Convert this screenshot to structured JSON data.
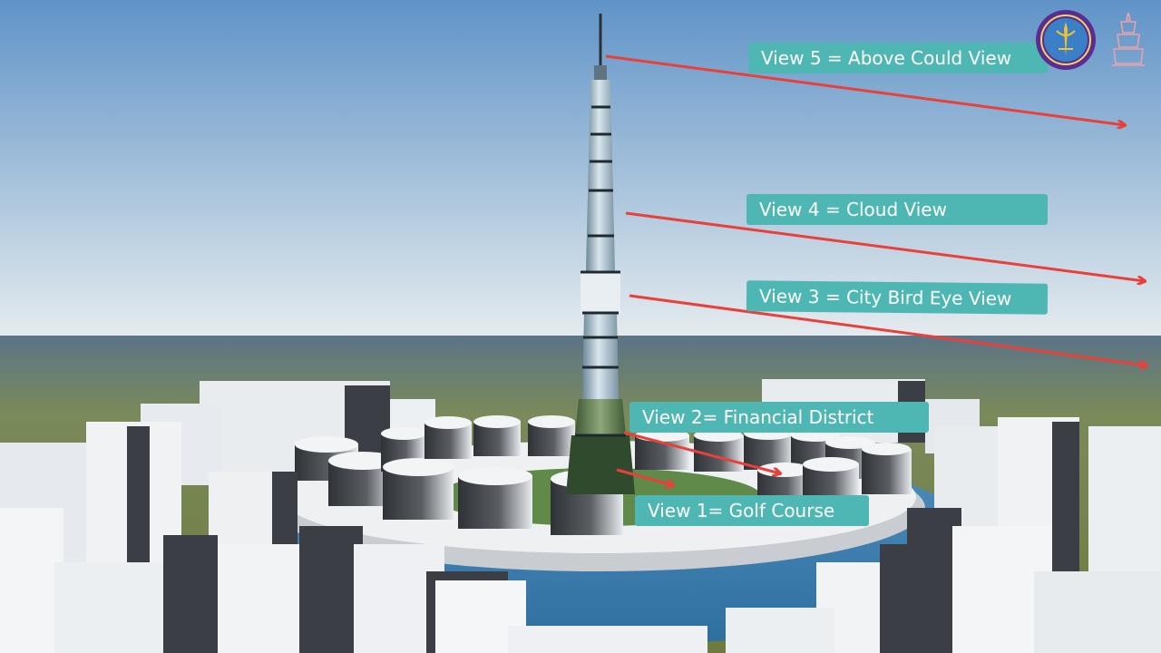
{
  "scene": {
    "description_colors": {
      "sky_top": "#5f93c8",
      "sky_horizon": "#dfe8ee",
      "ground": "#6f7b45",
      "water": "#3d7fb5",
      "arrow": "#e8413b",
      "label_bg": "#4fb7b3",
      "label_text": "#ffffff"
    }
  },
  "labels": {
    "view5": "View 5 = Above Could View",
    "view4": "View 4 = Cloud View",
    "view3": "View 3 = City Bird Eye View",
    "view2": "View 2= Financial District",
    "view1": "View 1= Golf Course"
  },
  "logos": {
    "left": "university-seal-icon",
    "right": "phra-kiao-emblem-icon"
  }
}
